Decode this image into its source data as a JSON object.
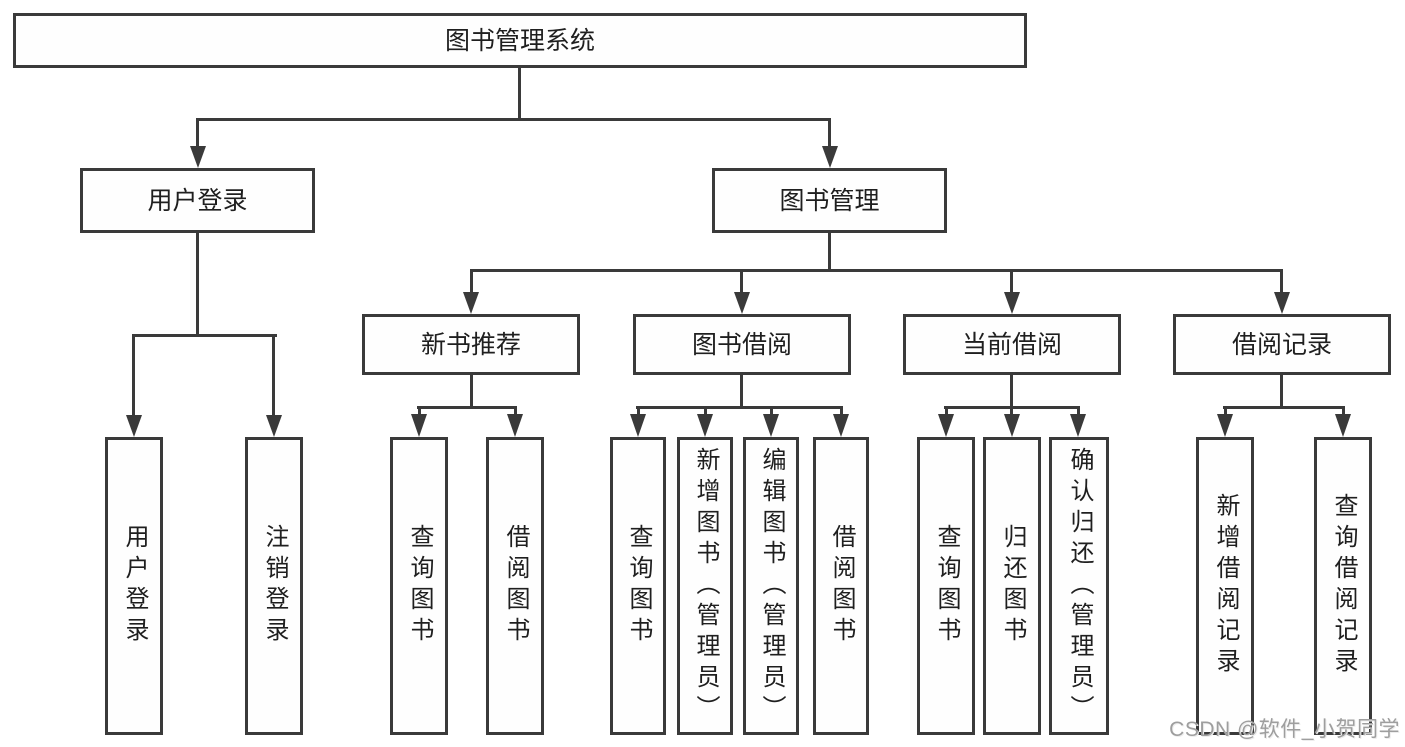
{
  "colors": {
    "line": "#3a3a3a",
    "box_fill": "#fefefe",
    "text": "#1f1f1f",
    "watermark_text_color": "#9e9e9e",
    "background": "#ffffff"
  },
  "tree": {
    "root": {
      "label": "图书管理系统"
    },
    "branches": [
      {
        "label": "用户登录",
        "children": [
          {
            "label": "用户登录"
          },
          {
            "label": "注销登录"
          }
        ]
      },
      {
        "label": "图书管理",
        "children": [
          {
            "label": "新书推荐",
            "children": [
              {
                "label": "查询图书"
              },
              {
                "label": "借阅图书"
              }
            ]
          },
          {
            "label": "图书借阅",
            "children": [
              {
                "label": "查询图书"
              },
              {
                "label": "新增图书（管理员）"
              },
              {
                "label": "编辑图书（管理员）"
              },
              {
                "label": "借阅图书"
              }
            ]
          },
          {
            "label": "当前借阅",
            "children": [
              {
                "label": "查询图书"
              },
              {
                "label": "归还图书"
              },
              {
                "label": "确认归还（管理员）"
              }
            ]
          },
          {
            "label": "借阅记录",
            "children": [
              {
                "label": "新增借阅记录"
              },
              {
                "label": "查询借阅记录"
              }
            ]
          }
        ]
      }
    ]
  },
  "watermark": {
    "text": "CSDN @软件_小贺同学"
  }
}
